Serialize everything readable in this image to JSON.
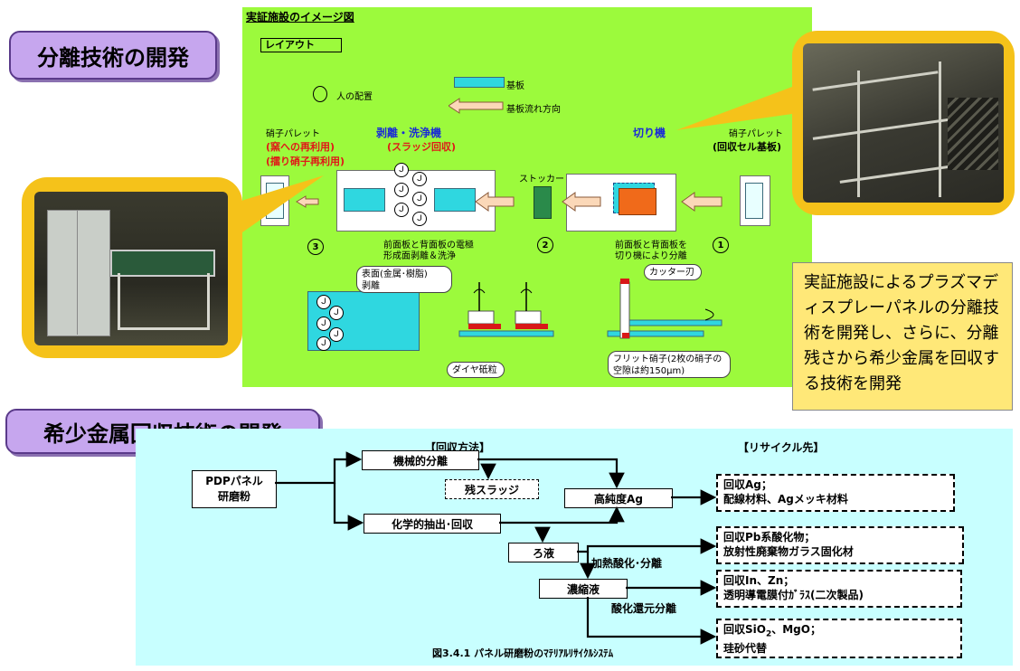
{
  "headings": {
    "separation": "分離技術の開発",
    "rare_metal": "希少金属回収技術の開発"
  },
  "demo": {
    "title": "実証施設のイメージ図",
    "layout_label": "レイアウト",
    "legend_person": "人の配置",
    "legend_substrate": "基板",
    "legend_flow": "基板流れ方向",
    "glass_pallet_left": "硝子パレット",
    "reuse_kiln": "(窯への再利用)",
    "reuse_glass": "(擂り硝子再利用)",
    "peel_wash_machine": "剥離・洗浄機",
    "sludge_recovery": "(スラッジ回収)",
    "stocker": "ストッカー",
    "cutter_machine": "切り機",
    "glass_pallet_right": "硝子パレット",
    "recovery_cell": "(回収セル基板)",
    "step3": "3",
    "step2": "2",
    "step1": "1",
    "desc_peel_1": "前面板と背面板の電極",
    "desc_peel_2": "形成面剥離＆洗浄",
    "desc_cut_1": "前面板と背面板を",
    "desc_cut_2": "切り機により分離",
    "callout_surface_1": "表面(金属･樹脂)",
    "callout_surface_2": "剥離",
    "callout_cutter": "カッター刃",
    "callout_diamond": "ダイヤ砥粒",
    "callout_frit_1": "フリット硝子(2枚の硝子の",
    "callout_frit_2": "空隙は約150μm)"
  },
  "summary_text": "実証施設によるプラズマディスプレーパネルの分離技術を開発し、さらに、分離残さから希少金属を回収する技術を開発",
  "recovery": {
    "method_header": "【回収方法】",
    "recycle_header": "【リサイクル先】",
    "source_1": "PDPパネル",
    "source_2": "研磨粉",
    "mechanical": "機械的分離",
    "residue": "残スラッジ",
    "high_purity": "高純度Ag",
    "chemical": "化学的抽出･回収",
    "filtrate": "ろ液",
    "heat_oxidation": "加熱酸化･分離",
    "concentrate": "濃縮液",
    "redox": "酸化還元分離",
    "dest1_1": "回収Ag；",
    "dest1_2": "配線材料、Agメッキ材料",
    "dest2_1": "回収Pb系酸化物；",
    "dest2_2": "放射性廃棄物ガラス固化材",
    "dest3_1": "回収In、Zn；",
    "dest3_2": "透明導電膜付ｶﾞﾗｽ(二次製品)",
    "dest4_1a": "回収SiO",
    "dest4_sub": "2",
    "dest4_1b": "、MgO；",
    "dest4_2": "珪砂代替",
    "caption": "図3.4.1  パネル研磨粉のﾏﾃﾘｱﾙﾘｻｲｸﾙｼｽﾃﾑ"
  },
  "colors": {
    "heading_bg": "#c6a6ee",
    "green_bg": "#9cfa3c",
    "photo_frame": "#f5c21a",
    "summary_bg": "#ffe878",
    "flow_bg": "#c8ffff",
    "substrate": "#2fd7e0",
    "stocker": "#2a8a4a",
    "cut_panel": "#f06a1a"
  }
}
